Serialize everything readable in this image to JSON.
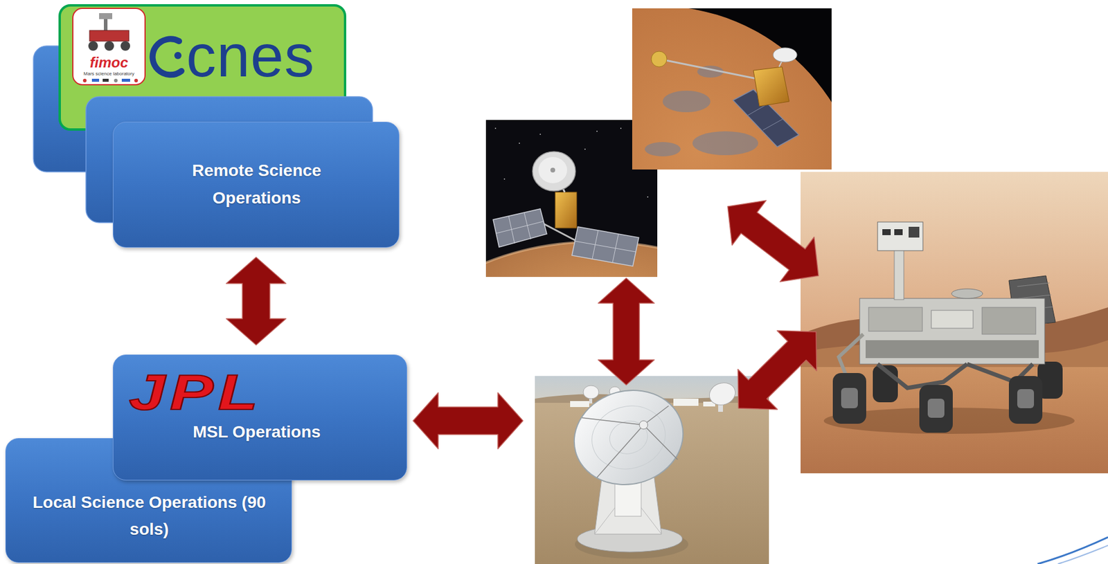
{
  "diagram": {
    "nodes": [
      {
        "text": [
          "fimoc",
          "Mars science laboratory",
          "cnes"
        ]
      },
      {
        "text": [
          "Remote Science Operations"
        ]
      },
      {
        "text": [
          "JPL",
          "MSL Operations"
        ]
      },
      {
        "text": [
          "Local Science Operations (90 sols)"
        ]
      }
    ],
    "edges": [
      {
        "from": 1,
        "to": 2,
        "arrow": "both"
      }
    ]
  }
}
